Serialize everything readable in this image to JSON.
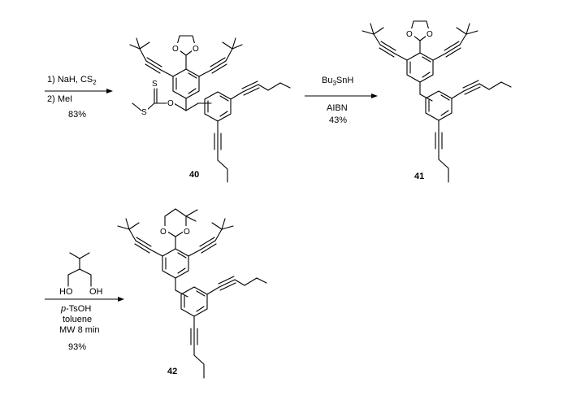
{
  "reactions": [
    {
      "conditions_above": [
        "1) NaH, CS",
        "2) MeI"
      ],
      "cs2_subscript": "2",
      "yield": "83%"
    },
    {
      "reagent_main": "Bu",
      "reagent_sub": "3",
      "reagent_rest": "SnH",
      "reagent_below": "AIBN",
      "yield": "43%"
    },
    {
      "reagent_labels": [
        "HO",
        "OH"
      ],
      "p_prefix": "p",
      "conditions_below": [
        "-TsOH",
        "toluene",
        "MW 8 min"
      ],
      "yield": "93%"
    }
  ],
  "compounds": {
    "c40": {
      "label": "40"
    },
    "c41": {
      "label": "41"
    },
    "c42": {
      "label": "42"
    }
  },
  "atoms": {
    "oxygen": "O",
    "sulfur": "S"
  }
}
